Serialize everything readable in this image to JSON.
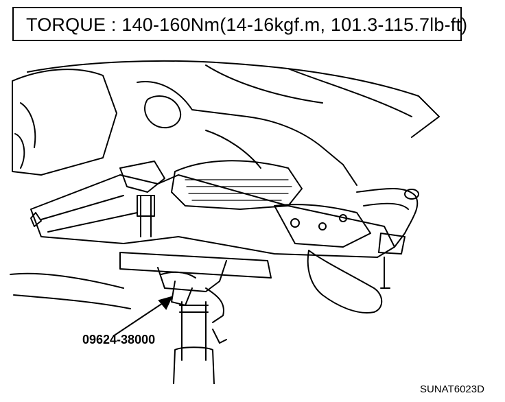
{
  "title": "TORQUE : 140-160Nm(14-16kgf.m, 101.3-115.7lb-ft)",
  "part_number": "09624-38000",
  "figure_code": "SUNAT6023D"
}
